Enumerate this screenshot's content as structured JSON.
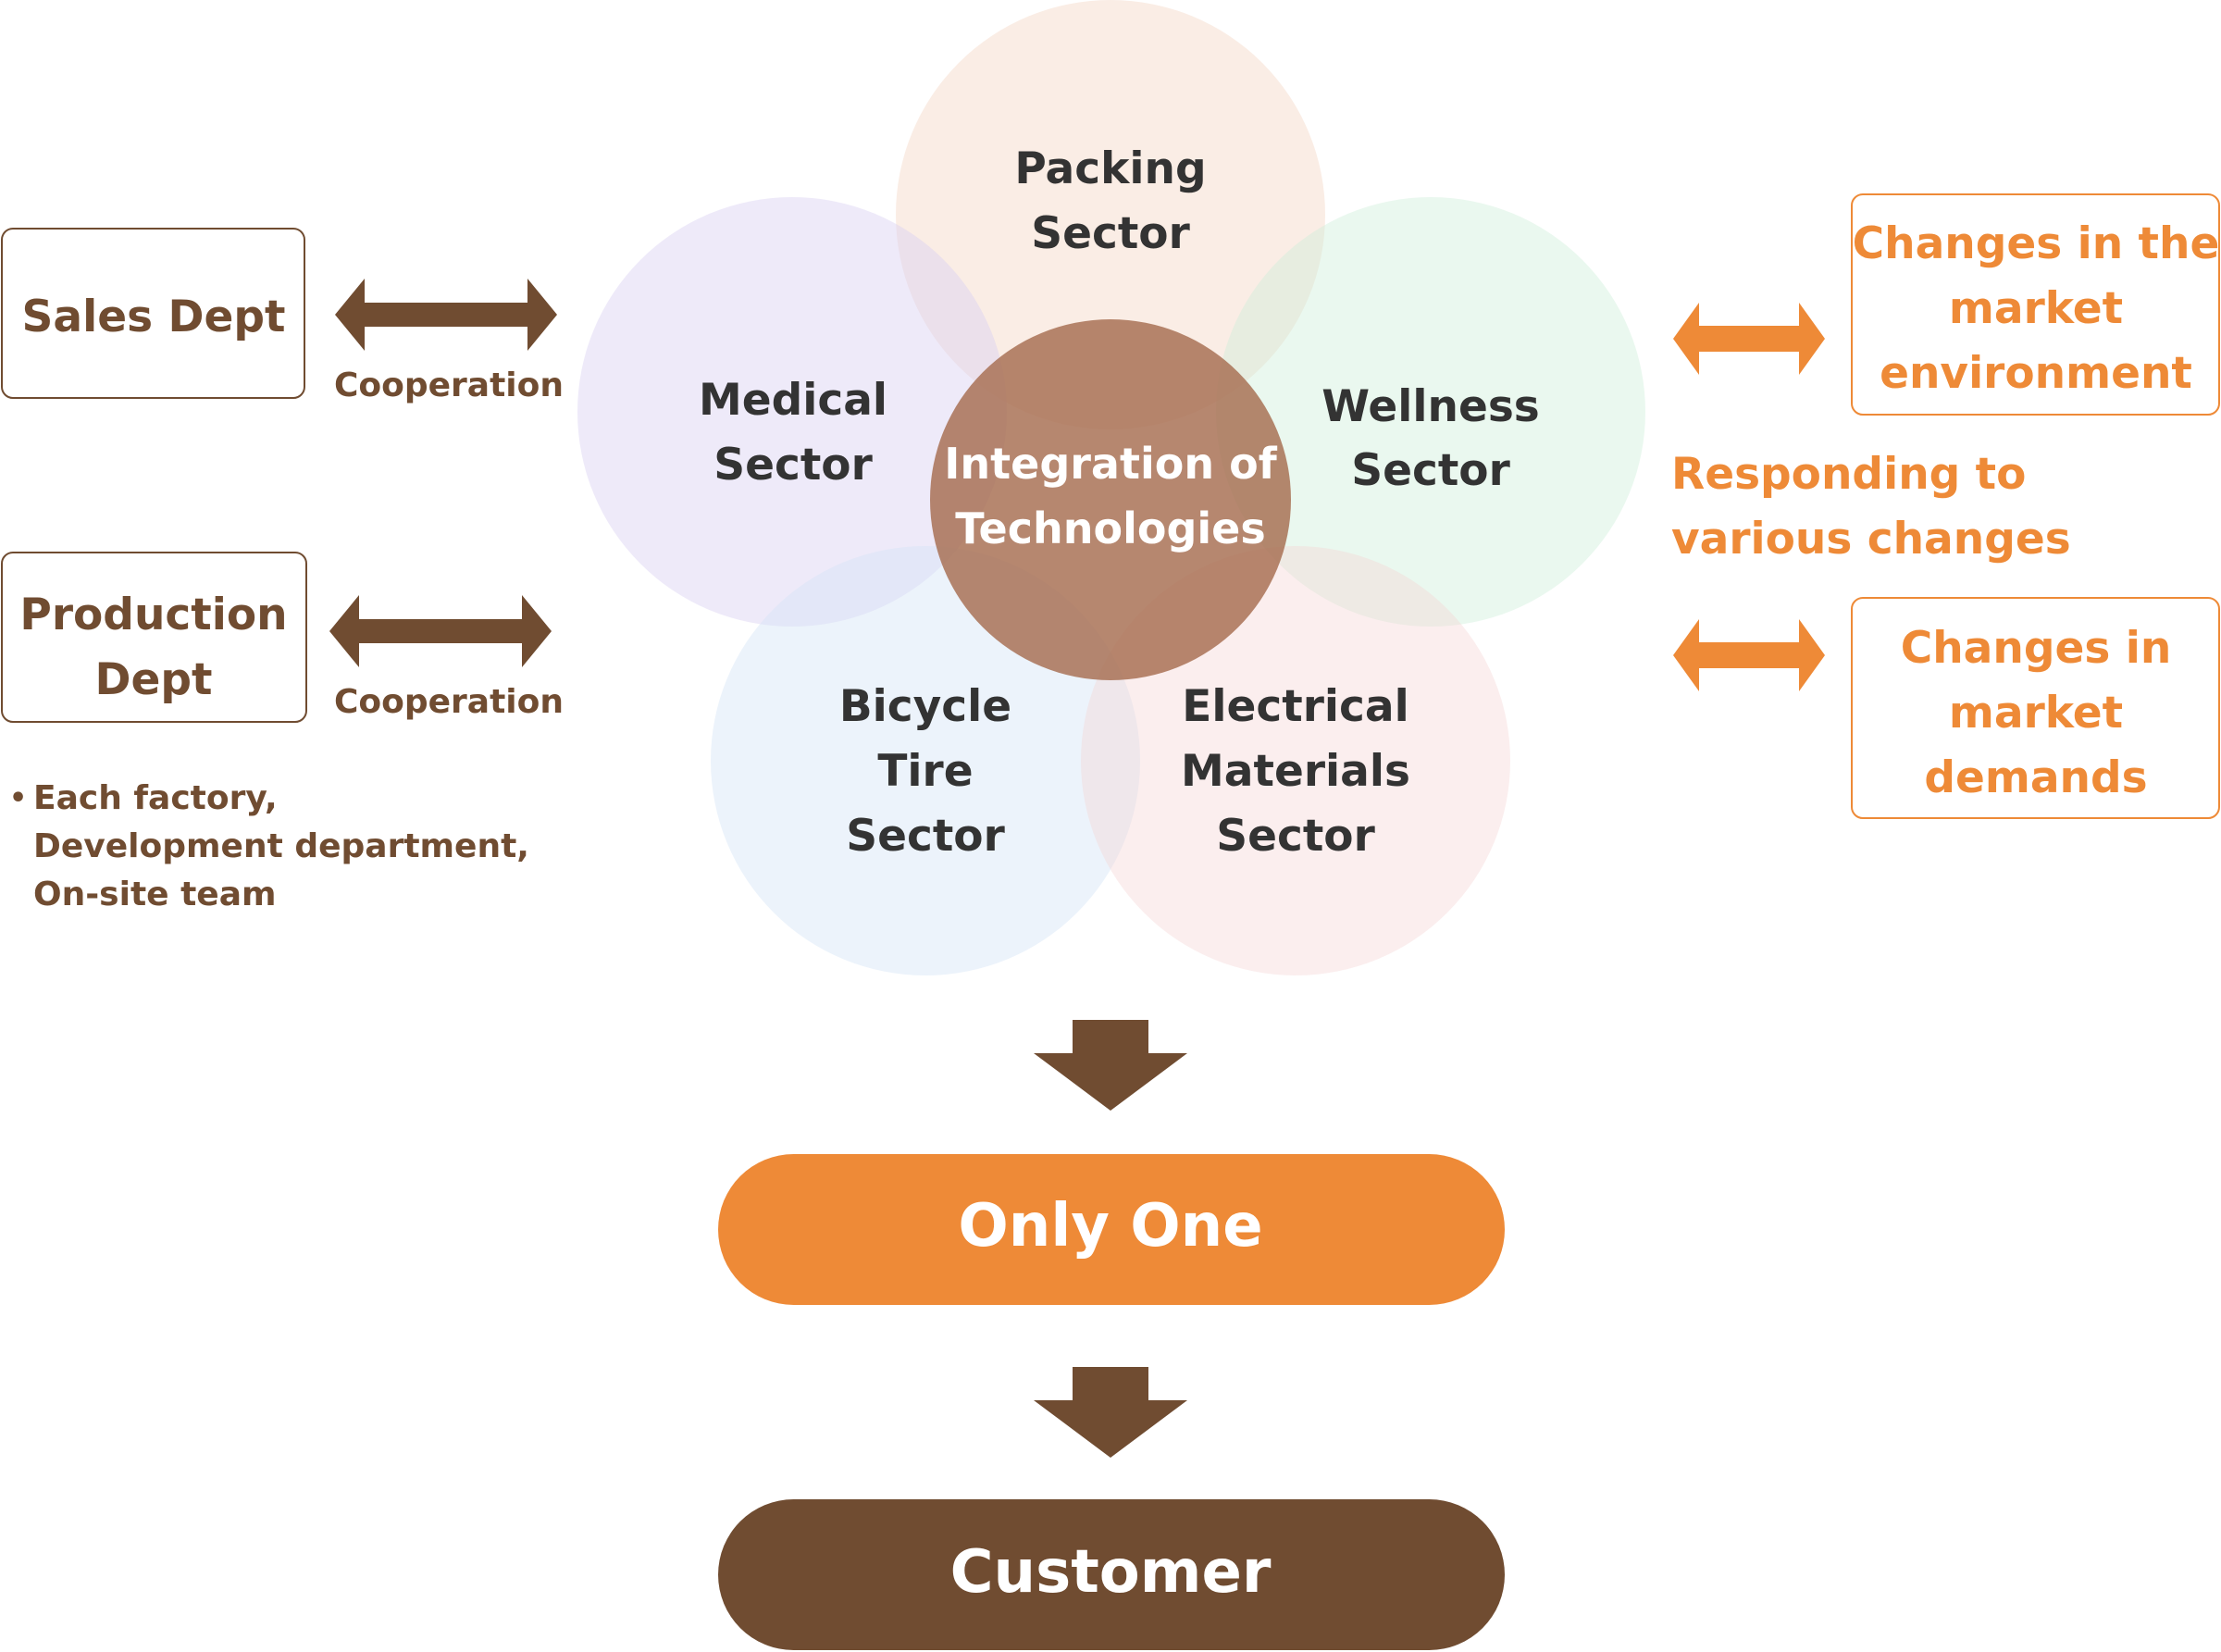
{
  "left": {
    "sales": {
      "line1": "Sales Dept",
      "cooperation": "Cooperation"
    },
    "production": {
      "line1": "Production",
      "line2": "Dept",
      "cooperation": "Cooperation"
    },
    "note": {
      "bullet": "•",
      "line1": "Each factory,",
      "line2": "Development department,",
      "line3": "On-site team"
    }
  },
  "sectors": {
    "packing": {
      "line1": "Packing",
      "line2": "Sector"
    },
    "medical": {
      "line1": "Medical",
      "line2": "Sector"
    },
    "wellness": {
      "line1": "Wellness",
      "line2": "Sector"
    },
    "bicycle": {
      "line1": "Bicycle",
      "line2": "Tire",
      "line3": "Sector"
    },
    "electrical": {
      "line1": "Electrical",
      "line2": "Materials",
      "line3": "Sector"
    }
  },
  "center": {
    "line1": "Integration of",
    "line2": "Technologies"
  },
  "right": {
    "market_env": {
      "line1": "Changes in the",
      "line2": "market",
      "line3": "environment"
    },
    "responding": {
      "line1": "Responding to",
      "line2": "various changes"
    },
    "market_demands": {
      "line1": "Changes in",
      "line2": "market",
      "line3": "demands"
    }
  },
  "bottom": {
    "only_one": "Only One",
    "customer": "Customer"
  },
  "colors": {
    "brown": "#704c31",
    "orange": "#ee8a37",
    "text_dark": "#333333",
    "center_circle": "#a66c4f"
  }
}
